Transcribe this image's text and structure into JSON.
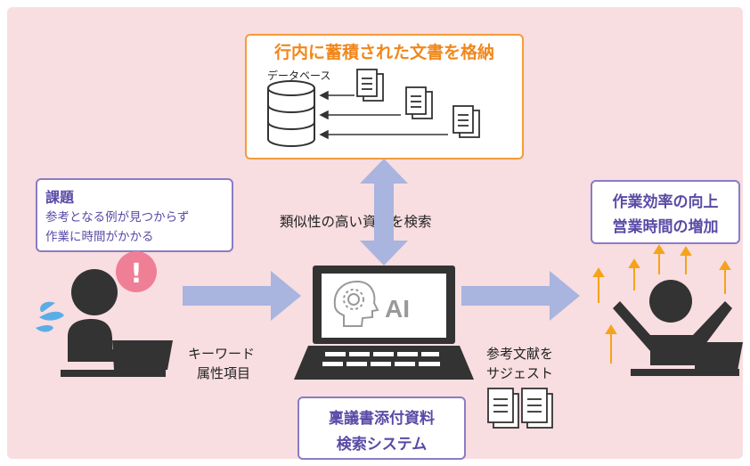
{
  "database_box": {
    "title": "行内に蓄積された文書を格納",
    "db_label": "データベース"
  },
  "issue_box": {
    "title": "課題",
    "lines": [
      "参考となる例が見つからず",
      "作業に時間がかかる"
    ]
  },
  "search_label": "類似性の高い資料を検索",
  "input_label": [
    "キーワード",
    "属性項目"
  ],
  "output_label": [
    "参考文献を",
    "サジェスト"
  ],
  "ai_screen_text": "AI",
  "system_box": {
    "lines": [
      "稟議書添付資料",
      "検索システム"
    ]
  },
  "effect_box": {
    "lines": [
      "作業効率の向上",
      "営業時間の増加"
    ]
  },
  "alert_symbol": "!",
  "colors": {
    "background": "#f8dde1",
    "arrow_blue": "#a9b4df",
    "accent_orange": "#f39c3a",
    "accent_purple": "#5a4aa6",
    "alert_pink": "#ef7f96",
    "sweat_blue": "#5aaee6",
    "person_dark": "#333333"
  },
  "icons": [
    "database-icon",
    "document-icon",
    "laptop-icon",
    "ai-brain-icon",
    "person-icon",
    "alert-icon",
    "sweat-icon",
    "up-arrow-icon"
  ]
}
